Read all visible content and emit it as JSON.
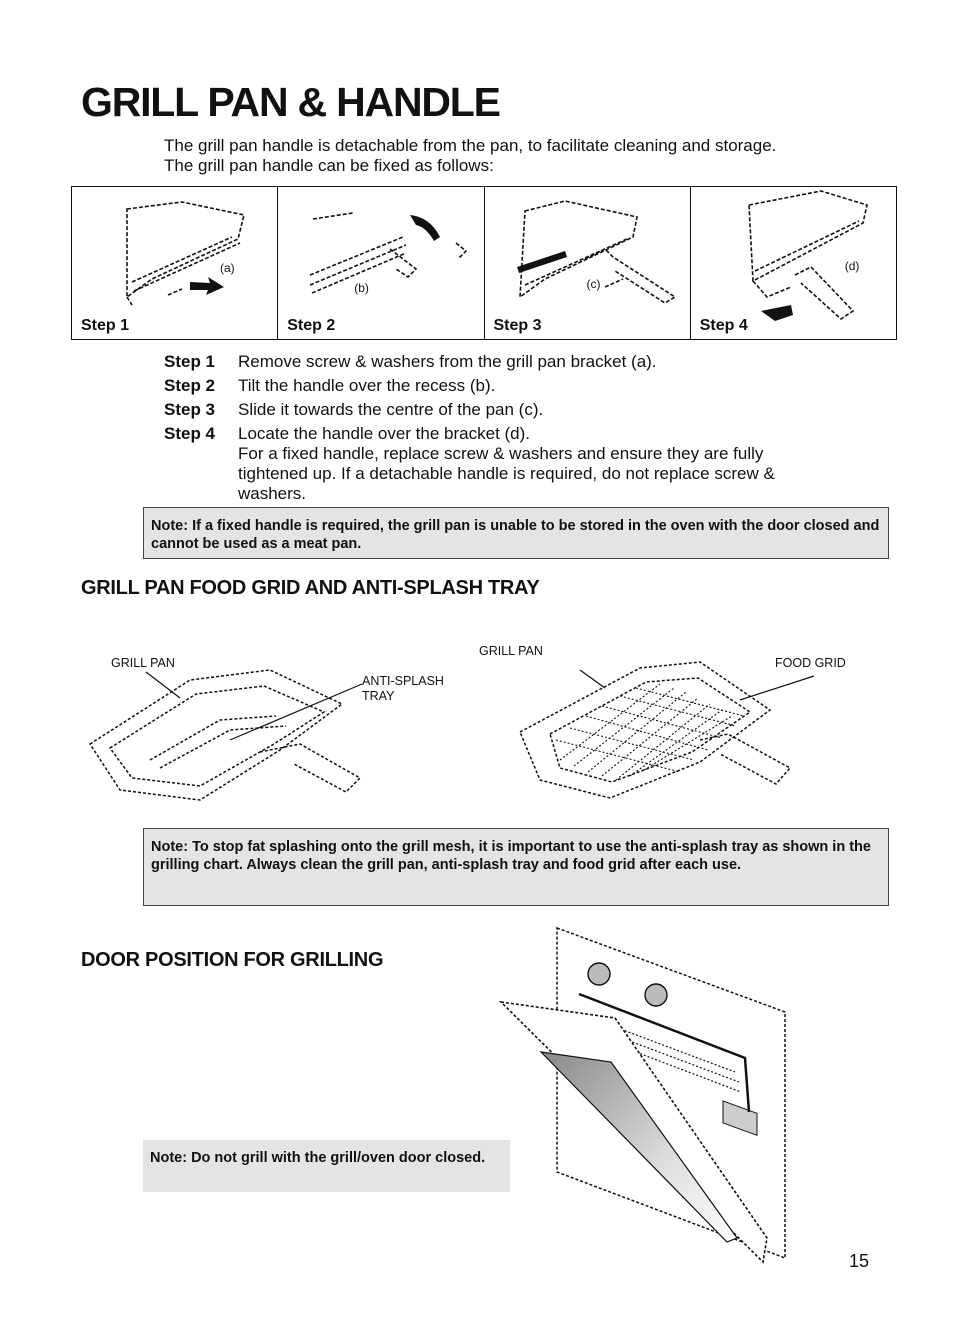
{
  "title": "GRILL PAN & HANDLE",
  "intro": {
    "line1": "The grill pan handle is detachable from the pan, to facilitate cleaning and storage.",
    "line2": "The grill pan handle can be fixed as follows:"
  },
  "step_panels": [
    {
      "label": "Step 1",
      "callout": "(a)"
    },
    {
      "label": "Step 2",
      "callout": "(b)"
    },
    {
      "label": "Step 3",
      "callout": "(c)"
    },
    {
      "label": "Step 4",
      "callout": "(d)"
    }
  ],
  "steps": [
    {
      "key": "Step 1",
      "text": "Remove screw & washers from the grill pan bracket (a)."
    },
    {
      "key": "Step 2",
      "text": "Tilt the handle over the recess (b)."
    },
    {
      "key": "Step 3",
      "text": "Slide it towards the centre of the pan (c)."
    },
    {
      "key": "Step 4",
      "text": "Locate the handle over the bracket (d).",
      "extra": "For a fixed handle, replace screw & washers and ensure they are fully tightened up. If a detachable handle is required, do not replace screw & washers."
    }
  ],
  "note1": "Note: If a fixed handle is required, the grill pan is unable to be stored in the oven with the door closed and cannot be used as a meat pan.",
  "section2": {
    "heading": "GRILL PAN FOOD GRID AND ANTI-SPLASH TRAY",
    "labels": {
      "grill_pan_left": "GRILL PAN",
      "anti_splash_1": "ANTI-SPLASH",
      "anti_splash_2": "TRAY",
      "grill_pan_right": "GRILL PAN",
      "food_grid": "FOOD GRID"
    }
  },
  "note2": "Note: To stop fat splashing onto the grill mesh, it is important to use the anti-splash tray as shown in the grilling chart. Always clean the grill pan, anti-splash tray and food grid after each use.",
  "section3": {
    "heading": "DOOR POSITION FOR GRILLING"
  },
  "note3": "Note: Do not grill with the grill/oven door closed.",
  "page_number": "15"
}
